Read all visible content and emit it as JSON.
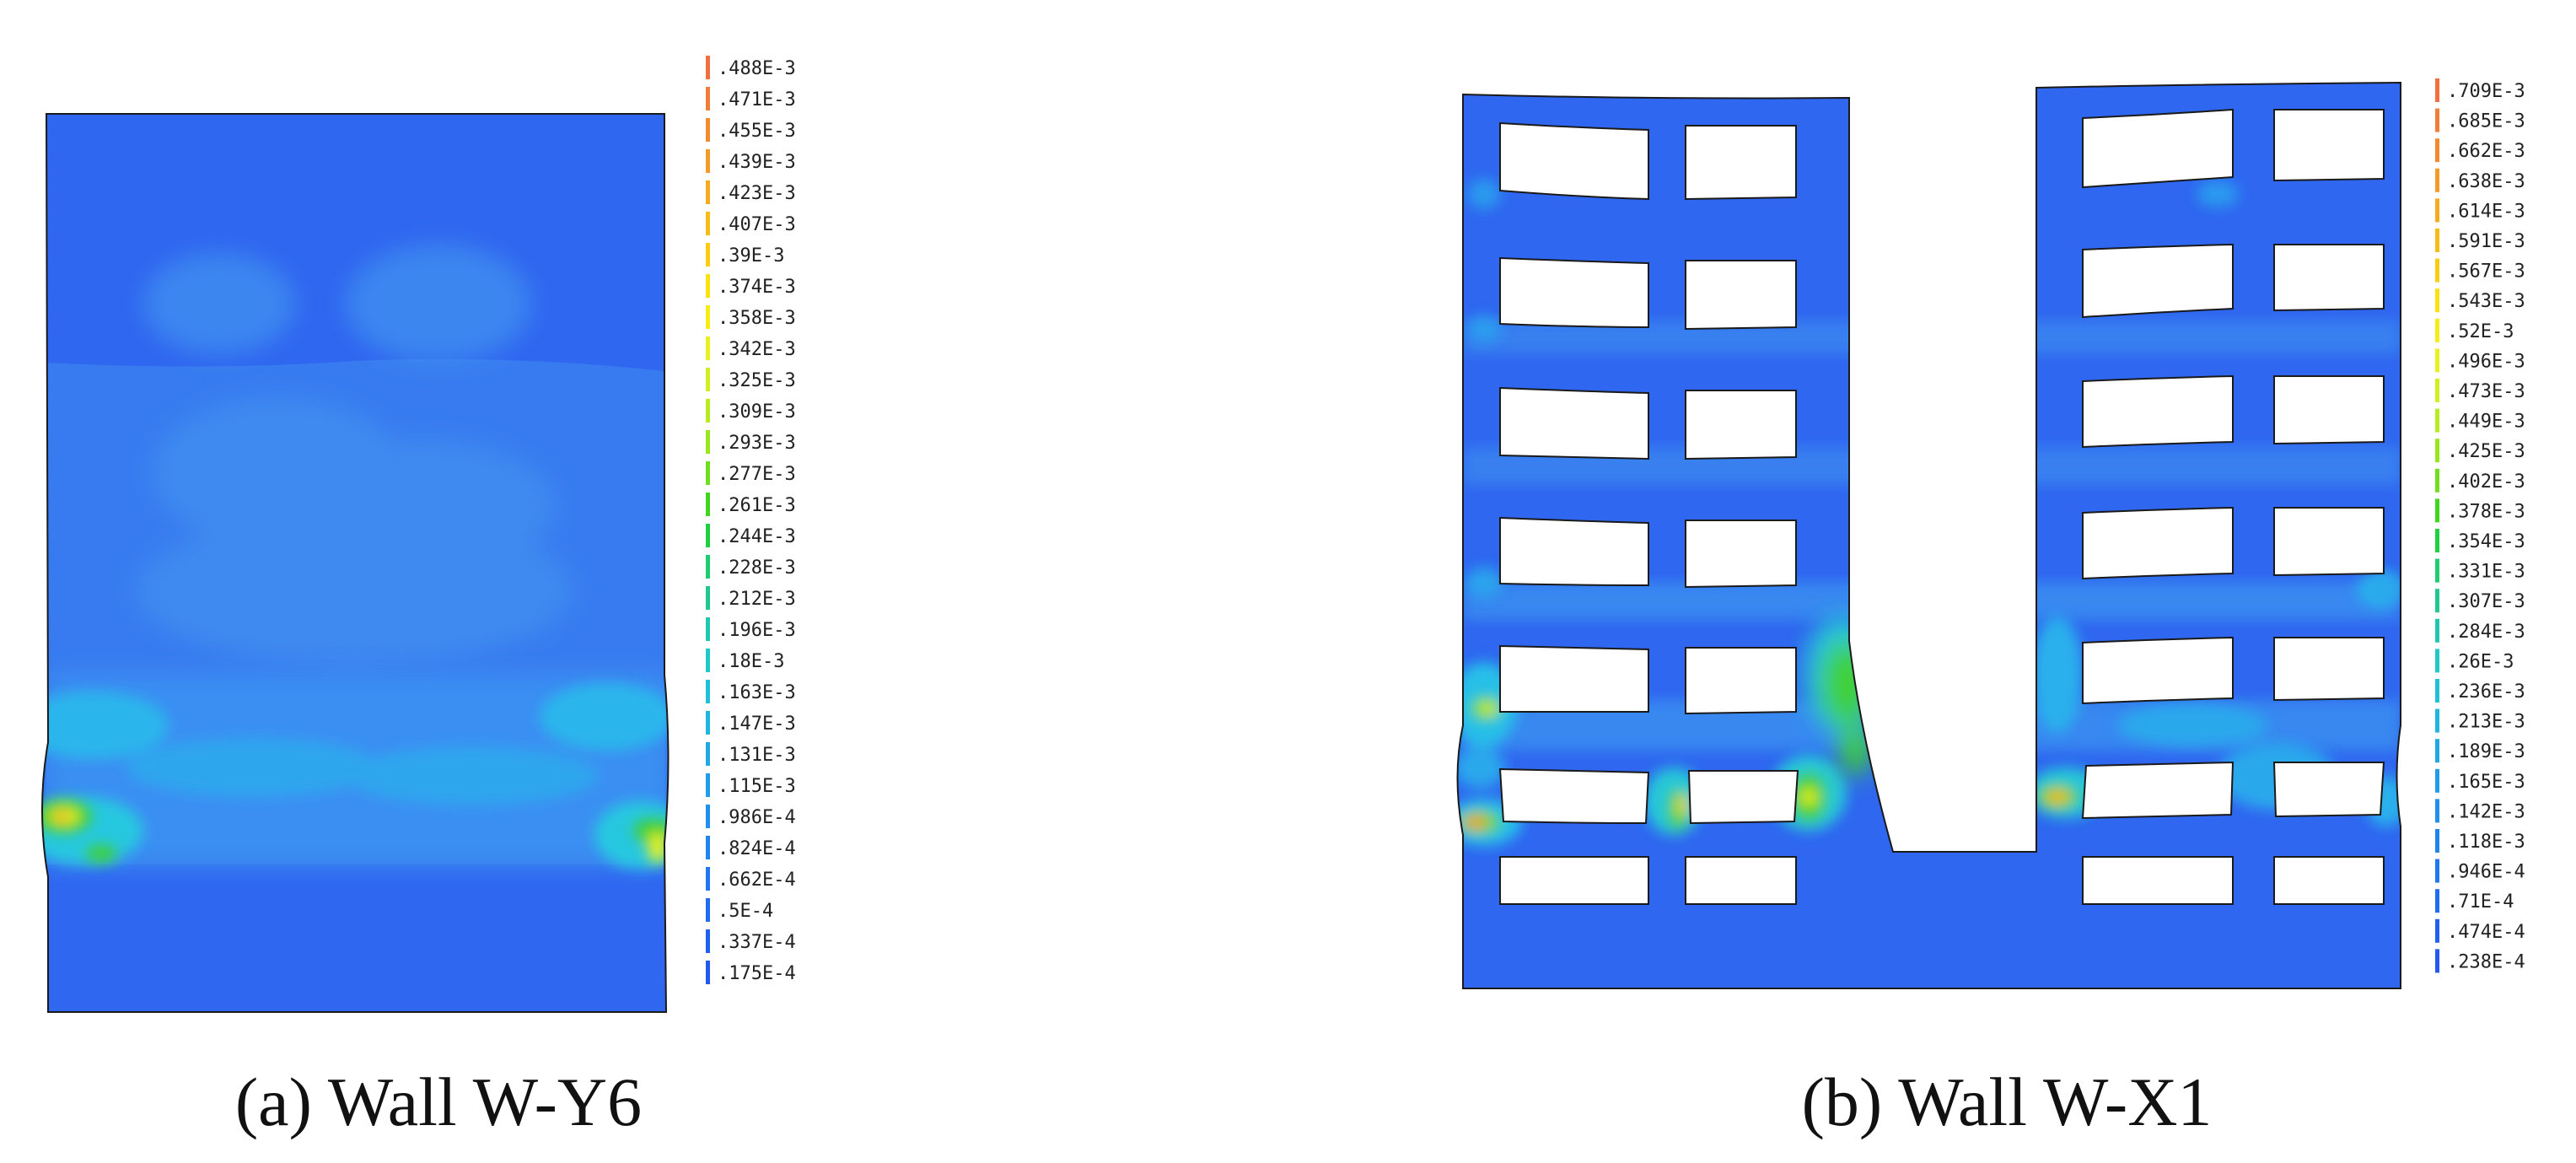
{
  "panels": [
    {
      "id": "a",
      "caption": "(a) Wall W-Y6",
      "legend_values": [
        ".488E-3",
        ".471E-3",
        ".455E-3",
        ".439E-3",
        ".423E-3",
        ".407E-3",
        ".39E-3",
        ".374E-3",
        ".358E-3",
        ".342E-3",
        ".325E-3",
        ".309E-3",
        ".293E-3",
        ".277E-3",
        ".261E-3",
        ".244E-3",
        ".228E-3",
        ".212E-3",
        ".196E-3",
        ".18E-3",
        ".163E-3",
        ".147E-3",
        ".131E-3",
        ".115E-3",
        ".986E-4",
        ".824E-4",
        ".662E-4",
        ".5E-4",
        ".337E-4",
        ".175E-4"
      ]
    },
    {
      "id": "b",
      "caption": "(b) Wall W-X1",
      "legend_values": [
        ".709E-3",
        ".685E-3",
        ".662E-3",
        ".638E-3",
        ".614E-3",
        ".591E-3",
        ".567E-3",
        ".543E-3",
        ".52E-3",
        ".496E-3",
        ".473E-3",
        ".449E-3",
        ".425E-3",
        ".402E-3",
        ".378E-3",
        ".354E-3",
        ".331E-3",
        ".307E-3",
        ".284E-3",
        ".26E-3",
        ".236E-3",
        ".213E-3",
        ".189E-3",
        ".165E-3",
        ".142E-3",
        ".118E-3",
        ".946E-4",
        ".71E-4",
        ".474E-4",
        ".238E-4"
      ]
    }
  ],
  "legend_colors": [
    "#f07040",
    "#f07d38",
    "#f28a30",
    "#f49a28",
    "#f6aa20",
    "#f8bb18",
    "#fbcc10",
    "#fde010",
    "#f6ec18",
    "#e8f020",
    "#d0ee20",
    "#b8ec20",
    "#98e620",
    "#70de20",
    "#40d620",
    "#20d040",
    "#20cc70",
    "#20c890",
    "#20c8b0",
    "#20c8c8",
    "#20c0d8",
    "#20b4e0",
    "#20a8e4",
    "#209ce8",
    "#2090ec",
    "#2084ee",
    "#2078f0",
    "#206cf0",
    "#2060f0",
    "#2058f0"
  ],
  "colors": {
    "background": "#ffffff",
    "wall_base": "#2f67f0",
    "outline": "#1a1a1a",
    "mid_blue": "#2a8cf0",
    "cyan": "#28c8e8",
    "green": "#30d040",
    "yellow": "#e8f020",
    "orange": "#f48a30"
  }
}
